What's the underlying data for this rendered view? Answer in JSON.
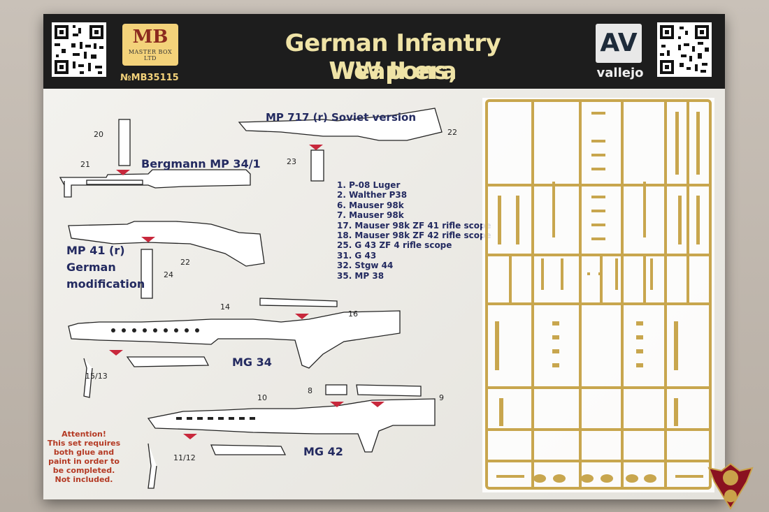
{
  "header": {
    "title_line1": "German Infantry Weapons,",
    "title_line2": "WW II era",
    "mb_logo_text": "MB",
    "mb_logo_sub": "MASTER BOX LTD",
    "catalog_number": "№MB35115",
    "vallejo_logo": "AV",
    "vallejo_text": "vallejo"
  },
  "weapons": {
    "mp717": "MP 717 (r) Soviet version",
    "bergmann": "Bergmann MP 34/1",
    "mp41_line1": "MP 41 (r)",
    "mp41_line2": "German",
    "mp41_line3": "modification",
    "mg34": "MG 34",
    "mg42": "MG 42"
  },
  "part_numbers": {
    "n20": "20",
    "n21": "21",
    "n22a": "22",
    "n23": "23",
    "n22b": "22",
    "n24": "24",
    "n14": "14",
    "n16": "16",
    "n1513": "15/13",
    "n10": "10",
    "n8": "8",
    "n9": "9",
    "n1112": "11/12"
  },
  "legend": [
    "1. P-08 Luger",
    "2. Walther P38",
    "6. Mauser 98k",
    "7. Mauser 98k",
    "17. Mauser 98k ZF 41 rifle scope",
    "18. Mauser 98k ZF 42 rifle scope",
    "25. G 43 ZF 4 rifle scope",
    "31. G 43",
    "32. Stgw 44",
    "35. MP 38"
  ],
  "attention": {
    "line1": "Attention!",
    "line2": "This set requires",
    "line3": "both glue and",
    "line4": "paint in order to",
    "line5": "be completed.",
    "line6": "Not included."
  },
  "colors": {
    "header_bg": "#1d1d1d",
    "title": "#efe3a6",
    "navy": "#232a60",
    "sprue": "#c8a64e",
    "attention": "#b43a24",
    "arrow_red": "#c8283c"
  }
}
